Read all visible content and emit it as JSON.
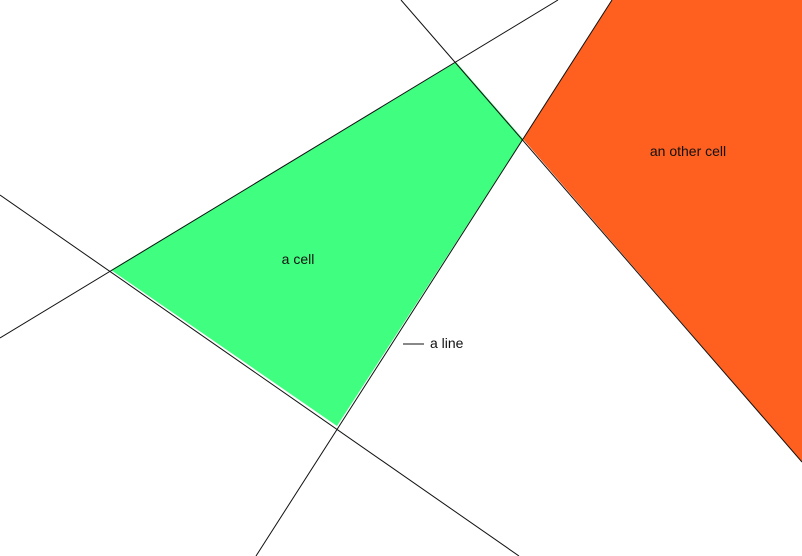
{
  "diagram": {
    "cells": [
      {
        "id": "cell-a",
        "label": "a cell",
        "color": "#40ff80"
      },
      {
        "id": "cell-b",
        "label": "an other cell",
        "color": "#ff5f1f"
      }
    ],
    "legend": {
      "label": "a line",
      "line_color": "#111111"
    },
    "background": "#ffffff"
  }
}
